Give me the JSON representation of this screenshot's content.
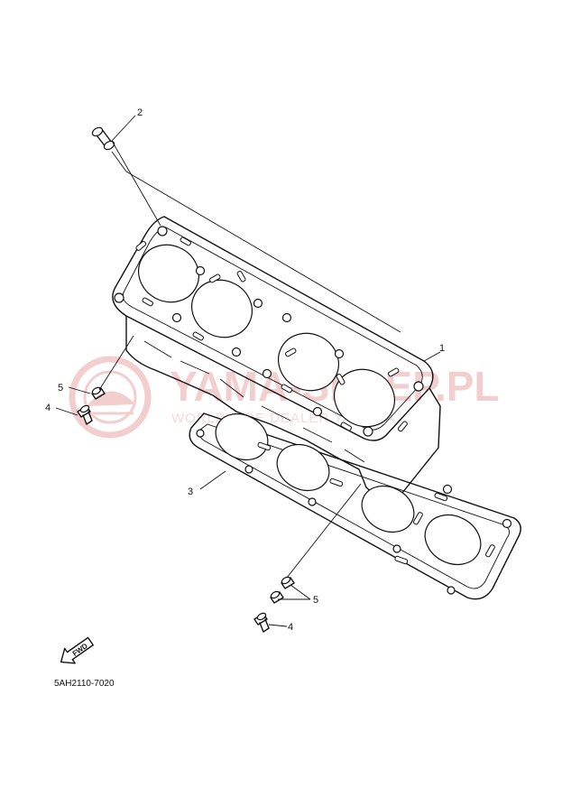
{
  "diagram": {
    "part_number": "5AH2110-7020",
    "fwd_label": "FWD",
    "watermark": {
      "main": "YAMA-SKLEP.PL",
      "sub": "WORLDWIDE DEALER YAMAHA"
    },
    "callouts": [
      {
        "id": "c1",
        "label": "1"
      },
      {
        "id": "c2",
        "label": "2"
      },
      {
        "id": "c3",
        "label": "3"
      },
      {
        "id": "c4a",
        "label": "4"
      },
      {
        "id": "c5a",
        "label": "5"
      },
      {
        "id": "c4b",
        "label": "4"
      },
      {
        "id": "c5b",
        "label": "5"
      }
    ],
    "colors": {
      "line": "#111111",
      "watermark": "#f1c9c9"
    }
  }
}
